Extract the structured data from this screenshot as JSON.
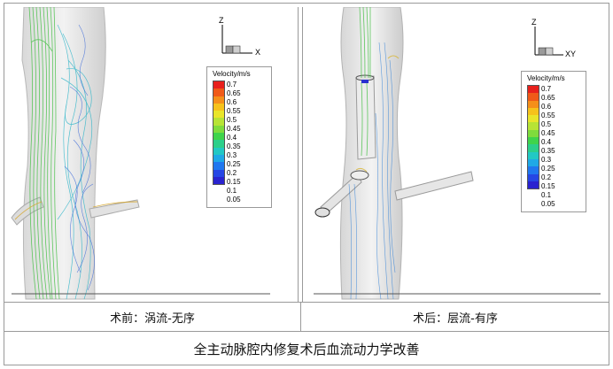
{
  "panels": {
    "before": {
      "caption": "术前：涡流-无序",
      "axis": {
        "up": "Z",
        "right": "X"
      }
    },
    "after": {
      "caption": "术后：层流-有序",
      "axis": {
        "up": "Z",
        "right": "XY"
      }
    }
  },
  "legend": {
    "title": "Velocity/m/s",
    "labels": [
      "0.7",
      "0.65",
      "0.6",
      "0.55",
      "0.5",
      "0.45",
      "0.4",
      "0.35",
      "0.3",
      "0.25",
      "0.2",
      "0.15",
      "0.1",
      "0.05"
    ],
    "colors": [
      "#e8201c",
      "#f05a18",
      "#f58f1a",
      "#f6c21b",
      "#e9e52a",
      "#b7e335",
      "#7fdc3c",
      "#3fd44b",
      "#2ccf8a",
      "#22c8c4",
      "#1fa9e6",
      "#2077ef",
      "#2646e4",
      "#2a23cf"
    ]
  },
  "footer": {
    "summary": "全主动脉腔内修复术后血流动力学改善"
  }
}
